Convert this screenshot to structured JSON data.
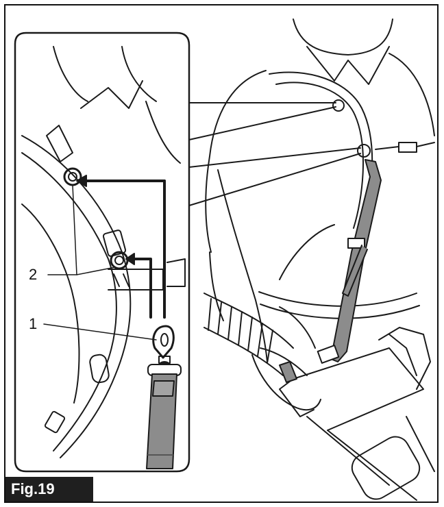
{
  "figure": {
    "label": "Fig.19",
    "callouts": {
      "one": "1",
      "two": "2"
    },
    "colors": {
      "line": "#1a1a1a",
      "strap": "#8c8c8c",
      "label_bg": "#1f1f1f"
    }
  }
}
